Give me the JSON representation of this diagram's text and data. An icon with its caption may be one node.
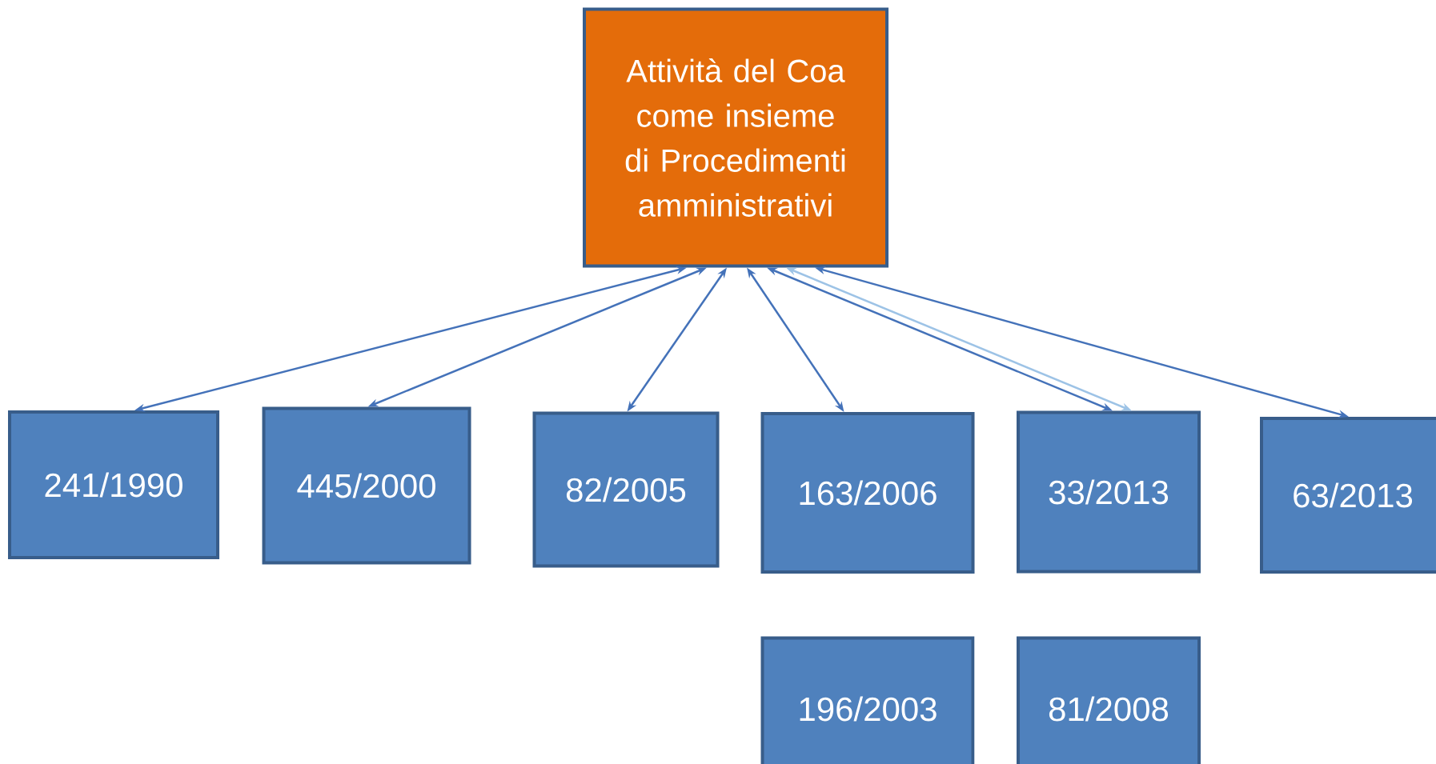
{
  "diagram": {
    "nodes": [
      {
        "text": [
          "Attività del Coa come insieme di Procedimenti amministrativi"
        ]
      },
      {
        "text": [
          "241/1990"
        ]
      },
      {
        "text": [
          "445/2000"
        ]
      },
      {
        "text": [
          "82/2005"
        ]
      },
      {
        "text": [
          "163/2006"
        ]
      },
      {
        "text": [
          "33/2013"
        ]
      },
      {
        "text": [
          "63/2013"
        ]
      },
      {
        "text": [
          "196/2003"
        ]
      },
      {
        "text": [
          "81/2008"
        ]
      }
    ],
    "edges": [
      {
        "from": 0,
        "to": 1,
        "arrow": "both"
      },
      {
        "from": 0,
        "to": 2,
        "arrow": "both"
      },
      {
        "from": 0,
        "to": 3,
        "arrow": "both"
      },
      {
        "from": 0,
        "to": 4,
        "arrow": "both"
      },
      {
        "from": 0,
        "to": 5,
        "arrow": "both"
      },
      {
        "from": 0,
        "to": 5,
        "arrow": "both",
        "color": "#9dc3e6"
      },
      {
        "from": 0,
        "to": 6,
        "arrow": "both"
      }
    ]
  }
}
